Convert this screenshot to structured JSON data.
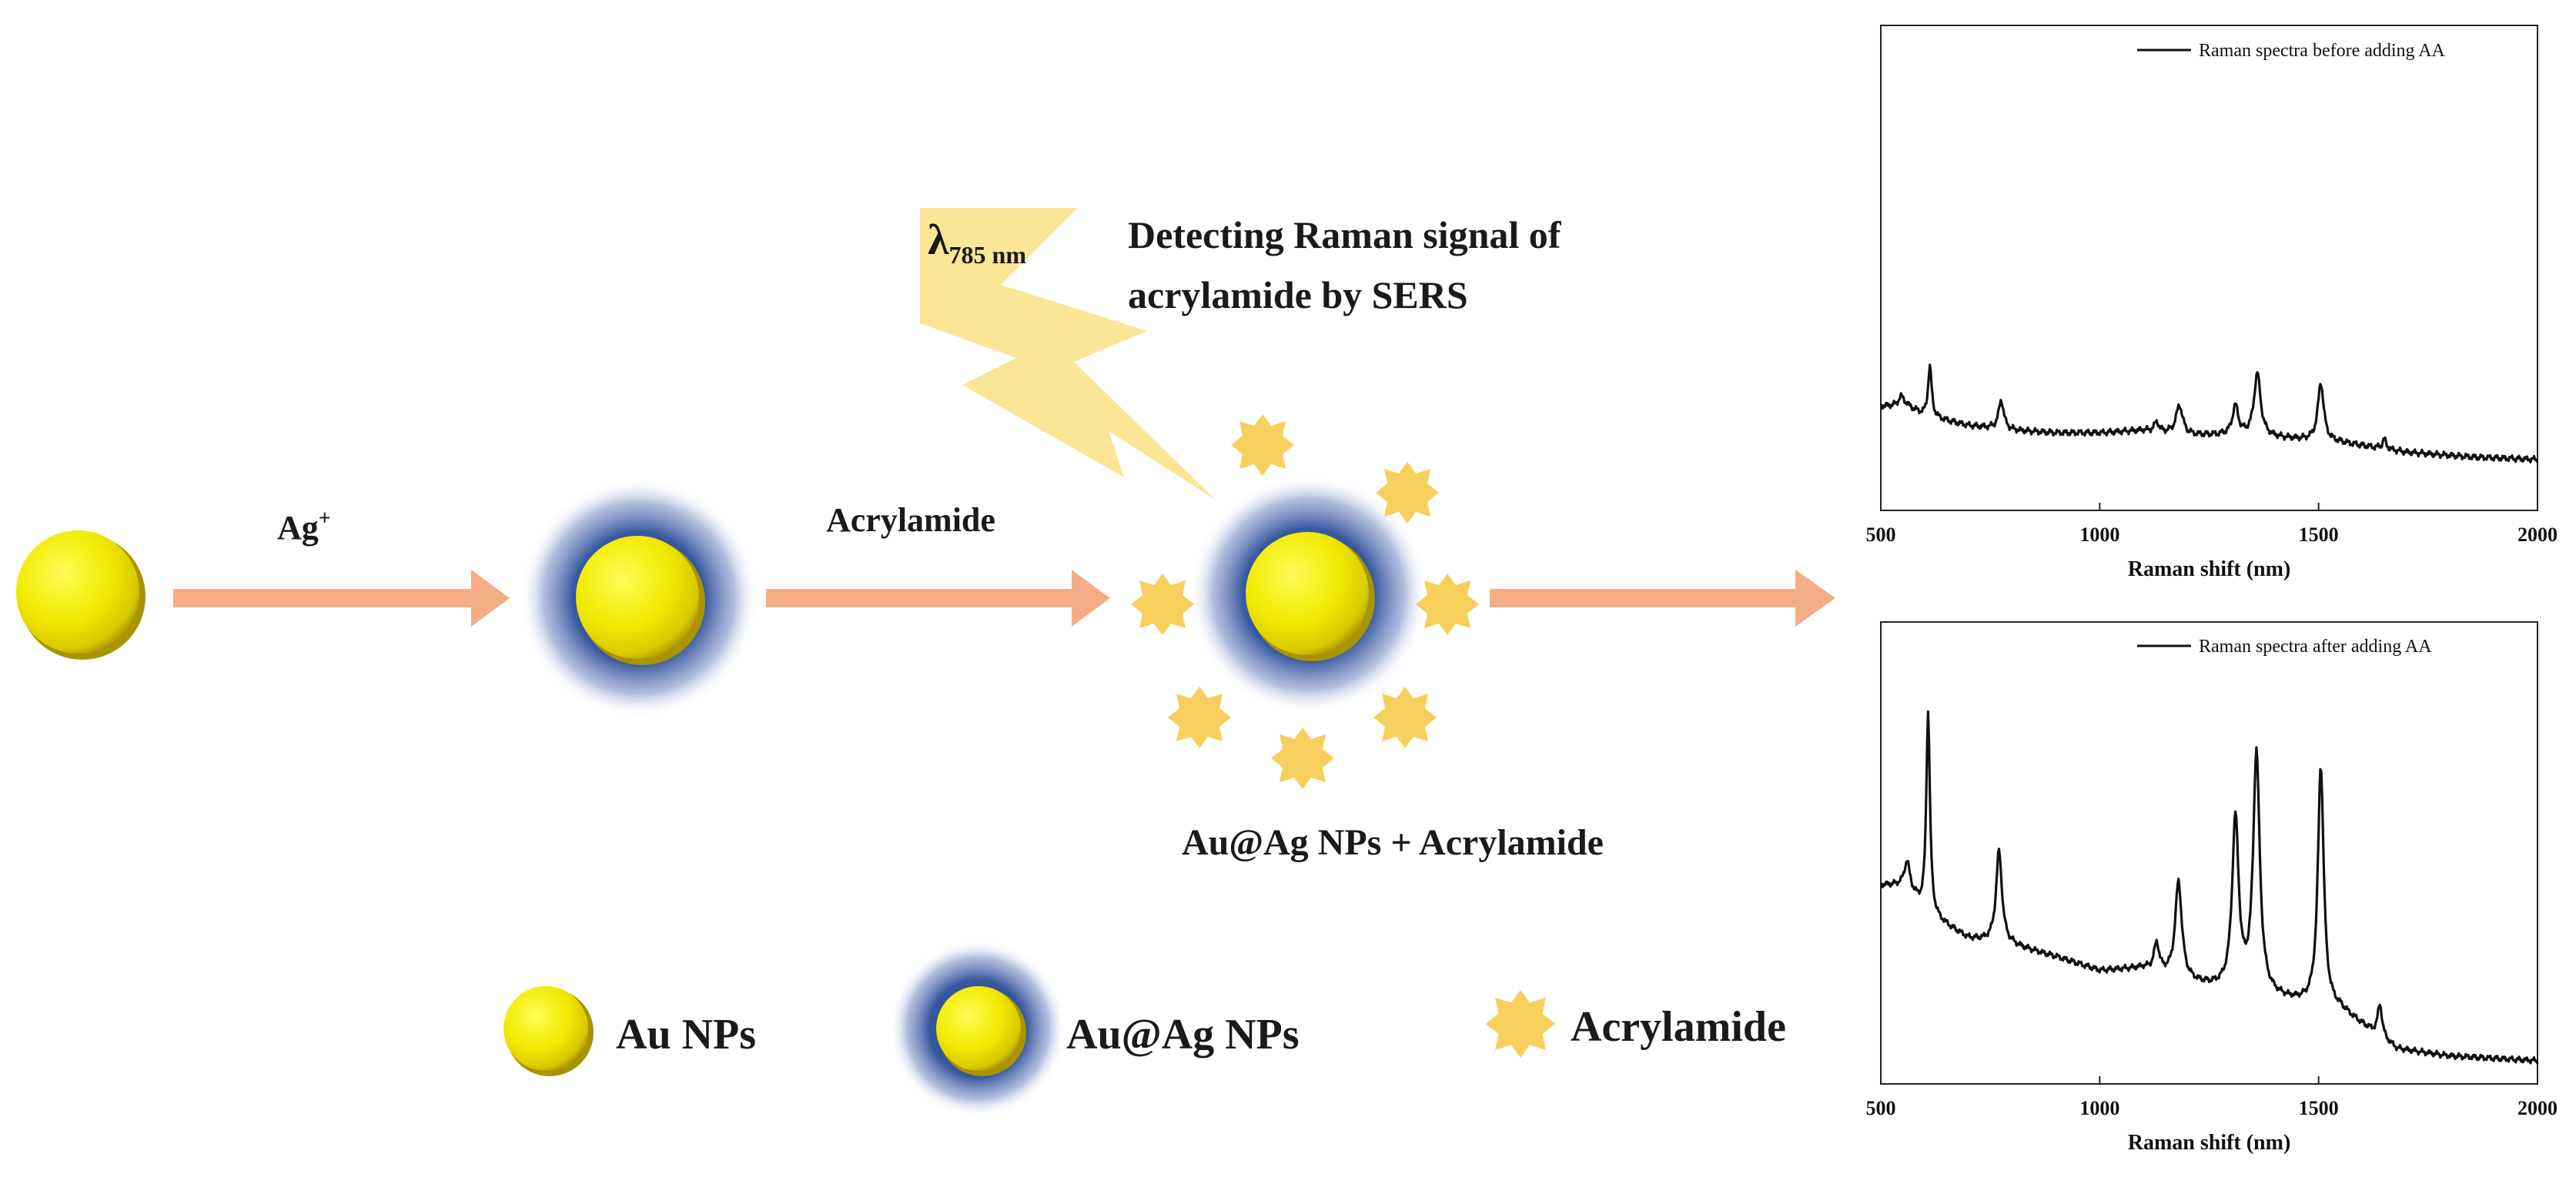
{
  "labels": {
    "ag_plus": "Ag",
    "ag_plus_sup": "+",
    "acrylamide_step": "Acrylamide",
    "lambda_symbol": "λ",
    "lambda_value": "785 nm",
    "detect_line1": "Detecting Raman signal of",
    "detect_line2": "acrylamide  by SERS",
    "complex": "Au@Ag NPs + Acrylamide"
  },
  "legend": {
    "au_nps": "Au NPs",
    "auag_nps": "Au@Ag NPs",
    "acrylamide": "Acrylamide"
  },
  "icons": {
    "au_particle": "yellow-sphere",
    "auag_particle": "yellow-sphere-blue-halo",
    "acrylamide": "orange-star",
    "laser": "lightning-bolt",
    "step_arrow": "orange-arrow"
  },
  "colors": {
    "gold": "#f2ea00",
    "gold_shadow": "#a89400",
    "halo": "#2d4f9a",
    "arrow": "#f4ad85",
    "star": "#f7cf5c",
    "bolt": "#fbe596",
    "spectrum": "#111111"
  },
  "chart_data": [
    {
      "type": "line",
      "xlabel": "Raman shift (nm)",
      "ylabel": "",
      "xlim": [
        500,
        2000
      ],
      "xticks": [
        "500",
        "1000",
        "1500",
        "2000"
      ],
      "grid": false,
      "legend_position": "top-right",
      "series": [
        {
          "name": "Raman spectra before adding AA",
          "baseline": [
            [
              500,
              0.215
            ],
            [
              560,
              0.215
            ],
            [
              600,
              0.195
            ],
            [
              700,
              0.175
            ],
            [
              800,
              0.165
            ],
            [
              900,
              0.16
            ],
            [
              1000,
              0.16
            ],
            [
              1100,
              0.165
            ],
            [
              1200,
              0.155
            ],
            [
              1300,
              0.155
            ],
            [
              1400,
              0.15
            ],
            [
              1550,
              0.14
            ],
            [
              1700,
              0.12
            ],
            [
              1850,
              0.11
            ],
            [
              2000,
              0.105
            ]
          ],
          "peaks": [
            [
              547,
              0.02,
              8
            ],
            [
              612,
              0.105,
              5
            ],
            [
              775,
              0.06,
              7
            ],
            [
              1130,
              0.02,
              6
            ],
            [
              1182,
              0.06,
              9
            ],
            [
              1310,
              0.06,
              8
            ],
            [
              1360,
              0.13,
              9
            ],
            [
              1505,
              0.12,
              8
            ],
            [
              1650,
              0.02,
              5
            ]
          ]
        }
      ]
    },
    {
      "type": "line",
      "xlabel": "Raman shift (nm)",
      "ylabel": "",
      "xlim": [
        500,
        2000
      ],
      "xticks": [
        "500",
        "1000",
        "1500",
        "2000"
      ],
      "grid": false,
      "legend_position": "top-right",
      "series": [
        {
          "name": "Raman spectra after adding AA",
          "baseline": [
            [
              500,
              0.43
            ],
            [
              560,
              0.43
            ],
            [
              600,
              0.37
            ],
            [
              700,
              0.315
            ],
            [
              800,
              0.3
            ],
            [
              900,
              0.275
            ],
            [
              1000,
              0.245
            ],
            [
              1100,
              0.25
            ],
            [
              1200,
              0.22
            ],
            [
              1300,
              0.2
            ],
            [
              1400,
              0.185
            ],
            [
              1550,
              0.16
            ],
            [
              1680,
              0.075
            ],
            [
              1800,
              0.06
            ],
            [
              2000,
              0.05
            ]
          ],
          "peaks": [
            [
              560,
              0.05,
              7
            ],
            [
              608,
              0.44,
              5
            ],
            [
              770,
              0.2,
              8
            ],
            [
              1130,
              0.06,
              7
            ],
            [
              1180,
              0.21,
              9
            ],
            [
              1310,
              0.37,
              9
            ],
            [
              1358,
              0.52,
              9
            ],
            [
              1505,
              0.52,
              8
            ],
            [
              1640,
              0.07,
              6
            ]
          ]
        }
      ]
    }
  ]
}
